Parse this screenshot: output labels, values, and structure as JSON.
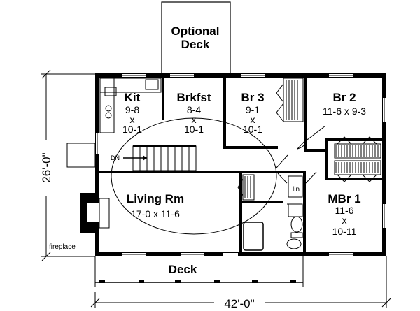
{
  "rooms": {
    "optional_deck": {
      "line1": "Optional",
      "line2": "Deck"
    },
    "kit": {
      "name": "Kit",
      "dim1": "9-8",
      "x": "x",
      "dim2": "10-1"
    },
    "brkfst": {
      "name": "Brkfst",
      "dim1": "8-4",
      "x": "x",
      "dim2": "10-1"
    },
    "br3": {
      "name": "Br 3",
      "dim1": "9-1",
      "x": "x",
      "dim2": "10-1"
    },
    "br2": {
      "name": "Br 2",
      "dims": "11-6 x 9-3"
    },
    "living": {
      "name": "Living Rm",
      "dims": "17-0 x 11-6"
    },
    "mbr1": {
      "name": "MBr 1",
      "dim1": "11-6",
      "x": "x",
      "dim2": "10-11"
    },
    "deck": {
      "name": "Deck"
    }
  },
  "labels": {
    "dn": "DN",
    "lin": "lin",
    "fireplace": "fireplace"
  },
  "dimensions": {
    "depth": "26'-0\"",
    "width": "42'-0\""
  }
}
